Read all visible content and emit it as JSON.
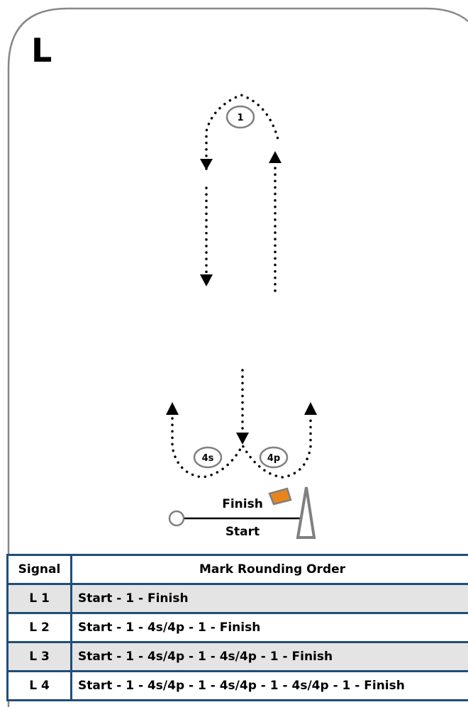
{
  "card": {
    "letter": "L"
  },
  "marks": {
    "windward": "1",
    "gate_starboard": "4s",
    "gate_port": "4p"
  },
  "line": {
    "finish_label": "Finish",
    "start_label": "Start"
  },
  "colors": {
    "frame": "#888888",
    "table_border": "#1f4e79",
    "row_shade": "#e4e4e4",
    "flag": "#e8851a"
  },
  "table": {
    "headers": [
      "Signal",
      "Mark Rounding Order"
    ],
    "rows": [
      {
        "signal": "L 1",
        "order": "Start - 1 - Finish"
      },
      {
        "signal": "L 2",
        "order": "Start - 1 - 4s/4p - 1 - Finish"
      },
      {
        "signal": "L 3",
        "order": "Start - 1 - 4s/4p - 1 - 4s/4p - 1 - Finish"
      },
      {
        "signal": "L 4",
        "order": "Start - 1 - 4s/4p - 1 - 4s/4p - 1 - 4s/4p - 1 - Finish"
      }
    ]
  }
}
